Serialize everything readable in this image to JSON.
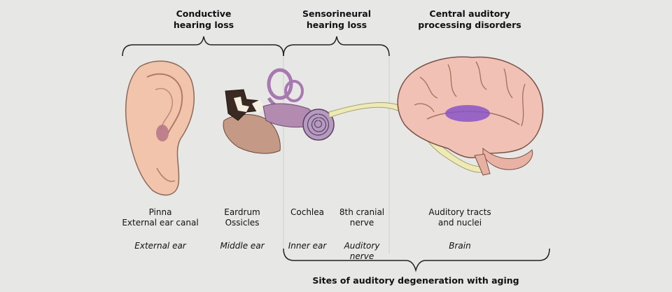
{
  "categories": {
    "conductive": "Conductive\nhearing loss",
    "sensorineural": "Sensorineural\nhearing loss",
    "central": "Central auditory\nprocessing disorders"
  },
  "structures": {
    "pinna": "Pinna\nExternal ear canal",
    "eardrum": "Eardrum\nOssicles",
    "cochlea": "Cochlea",
    "cranial_nerve": "8th cranial\nnerve",
    "auditory_tracts": "Auditory tracts\nand nuclei"
  },
  "regions": {
    "external_ear": "External ear",
    "middle_ear": "Middle ear",
    "inner_ear": "Inner ear",
    "auditory_nerve": "Auditory\nnerve",
    "brain": "Brain"
  },
  "footer": "Sites of auditory degeneration with aging",
  "colors": {
    "background": "#e7e7e6",
    "skin": "#f2c4ab",
    "brain": "#f1c1b5",
    "highlight": "#8a55c7",
    "inner_ear": "#b38bb0",
    "nerve": "#eeeab6"
  }
}
